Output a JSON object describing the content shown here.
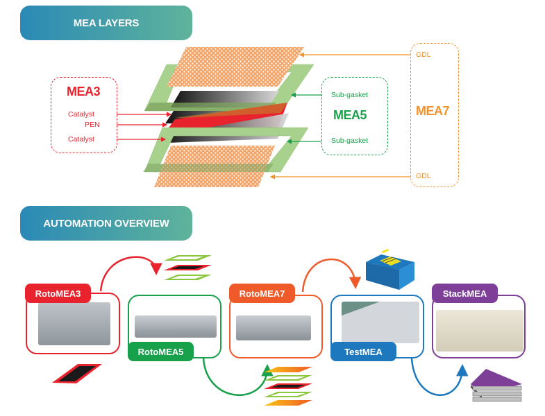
{
  "sections": {
    "layers_title": "MEA LAYERS",
    "automation_title": "AUTOMATION OVERVIEW"
  },
  "mea3": {
    "title": "MEA3",
    "layers": [
      "Catalyst",
      "PEN",
      "Catalyst"
    ],
    "color": "#e8232d"
  },
  "mea5": {
    "title": "MEA5",
    "layers": [
      "Sub-gasket",
      "Sub-gasket"
    ],
    "color": "#19a04b"
  },
  "mea7": {
    "title": "MEA7",
    "layers": [
      "GDL",
      "GDL"
    ],
    "color": "#f4922b"
  },
  "stations": [
    {
      "name": "RotoMEA3",
      "color": "#e8232d"
    },
    {
      "name": "RotoMEA5",
      "color": "#19a04b"
    },
    {
      "name": "RotoMEA7",
      "color": "#ef5a2a"
    },
    {
      "name": "TestMEA",
      "color": "#1e78bd"
    },
    {
      "name": "StackMEA",
      "color": "#7e3f98"
    }
  ]
}
